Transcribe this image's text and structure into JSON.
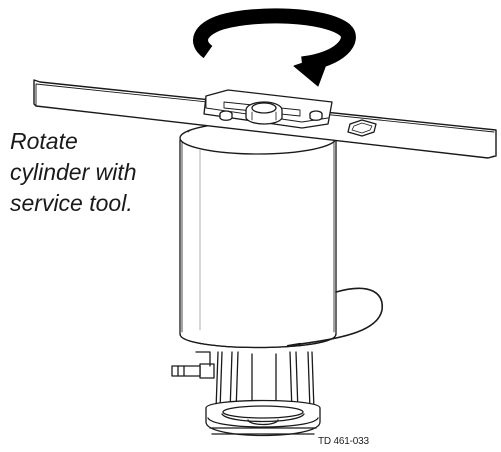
{
  "instruction": {
    "lines": [
      "Rotate",
      "cylinder with",
      "service tool."
    ]
  },
  "figure_id": "TD 461-033",
  "icons": {
    "rotation": "clockwise-rotation-arrow-icon"
  }
}
